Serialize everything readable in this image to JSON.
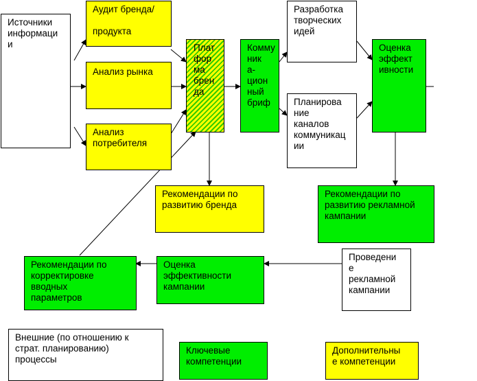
{
  "colors": {
    "key": "#00ee00",
    "additional": "#ffff00",
    "external": "#ffffff",
    "line": "#000000"
  },
  "nodes": {
    "sources": "Источники\nинформаци\nи",
    "brand_audit": "Аудит бренда/\n\nпродукта",
    "market_analysis": "Анализ рынка",
    "consumer_analysis": "Анализ\nпотребителя",
    "brand_platform": "Плат\nфор\nма\nбрен\nда",
    "comm_brief": "Комму\nник\nа-\nцион\nный\nбриф",
    "creative_ideas": "Разработка\nтворческих\nидей",
    "channel_planning": "Планирова\nние\nканалов\nкоммуникац\nии",
    "effectiveness_eval": "Оценка\nэффект\nивности",
    "brand_recommendations": "Рекомендации по\nразвитию бренда",
    "campaign_recommendations": "Рекомендации по\nразвитию рекламной\nкампании",
    "campaign_execution": "Проведени\nе\nрекламной\nкампании",
    "campaign_eval": "Оценка\nэффективности\nкампании",
    "input_correction": "Рекомендации по\nкорректировке\nвводных\nпараметров"
  },
  "legend": {
    "external": "Внешние (по отношению к\nстрат. планированию)\nпроцессы",
    "key": "Ключевые\nкомпетенции",
    "additional": "Дополнительны\nе компетенции"
  }
}
